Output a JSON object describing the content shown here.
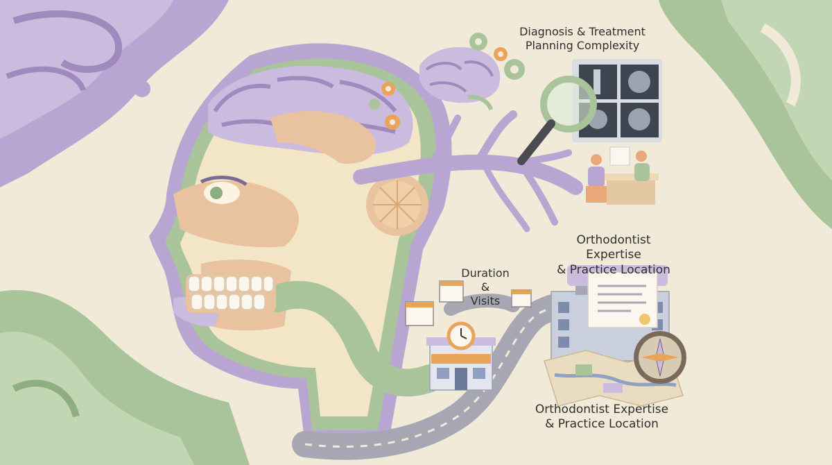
{
  "labels": {
    "diagnosis": {
      "line1": "Diagnosis & Treatment",
      "line2": "Planning Complexity"
    },
    "orthodontist_top": {
      "line1": "Orthodontist Expertise",
      "line2": "& Practice Location"
    },
    "duration": {
      "line1": "Duration &",
      "line2": "Visits"
    },
    "orthodontist_bottom": {
      "line1": "Orthodontist Expertise",
      "line2": "& Practice Location"
    }
  },
  "palette": {
    "background": "#f1ead8",
    "lavender": "#b9a5d1",
    "sage": "#a9c39a",
    "peach": "#e9c39f",
    "cream": "#f3e6c6",
    "road": "#a7a6b3"
  },
  "icons": [
    "brain-icon",
    "gear-icon",
    "magnifier-icon",
    "xray-icon",
    "consultation-icon",
    "calendar-icon",
    "clock-icon",
    "clinic-icon",
    "building-icon",
    "certificate-icon",
    "map-icon",
    "compass-icon",
    "road-icon",
    "teeth-icon"
  ]
}
